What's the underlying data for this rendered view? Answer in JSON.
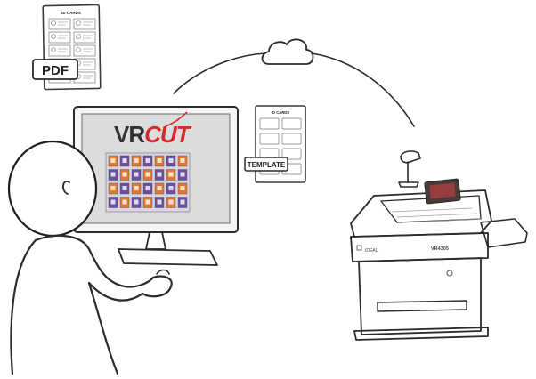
{
  "pdf_document": {
    "badge_label": "PDF",
    "header_text": "ID CARDS"
  },
  "template_document": {
    "badge_label": "TEMPLATE",
    "header_text": "ID CARDS"
  },
  "monitor": {
    "logo_prefix": "VR",
    "logo_suffix": "CUT",
    "logo_prefix_color": "#333333",
    "logo_suffix_color": "#d62a2a",
    "sheet_colors": [
      "#e07a2e",
      "#6b4fa0"
    ]
  },
  "cutter_machine": {
    "side_label": "IDEAL",
    "model_label": "VR4305"
  },
  "icons": [
    "cloud-icon",
    "person-figure",
    "barcode-scanner-icon"
  ]
}
